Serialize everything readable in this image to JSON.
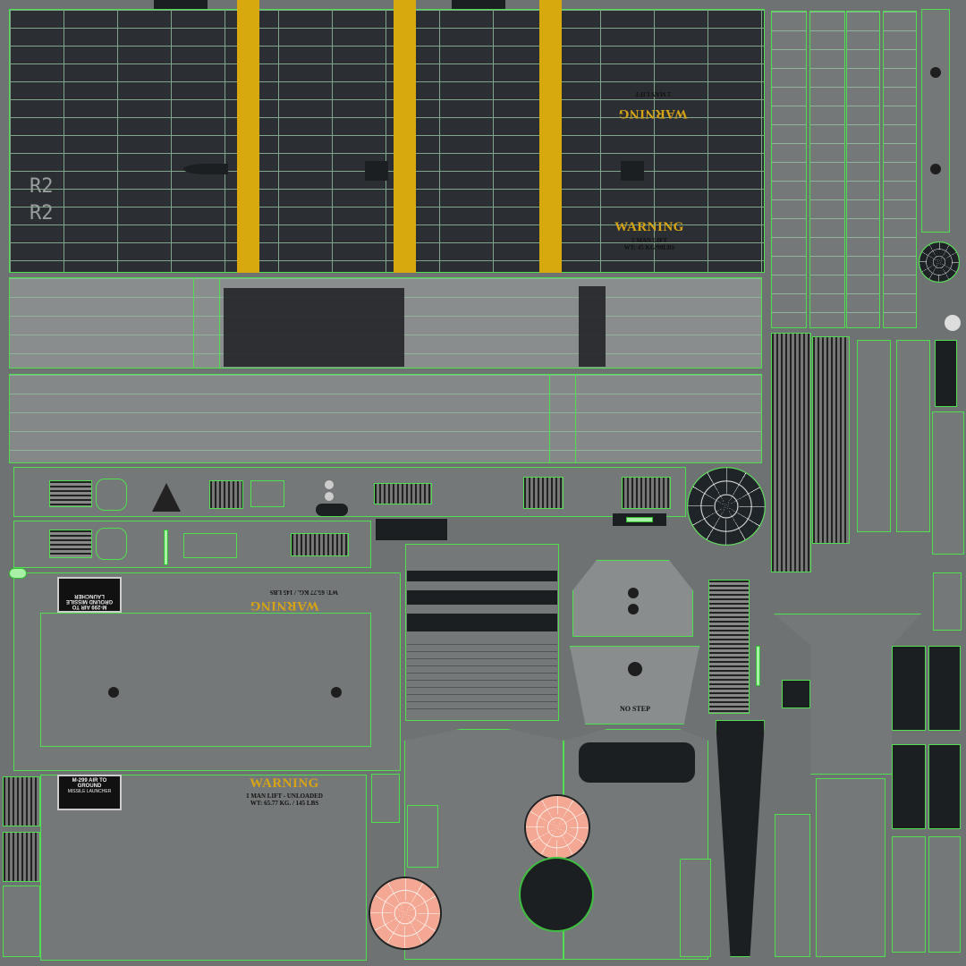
{
  "texture": {
    "side_labels": [
      "R2",
      "R2"
    ],
    "top_panel": {
      "warning_top_mirrored": "WARNING",
      "warning_top_small": "2 MAN LIFT",
      "warning_bottom": "WARNING",
      "warning_bottom_line1": "2 MAN LIFT",
      "warning_bottom_line2": "WT: 45 KG/99LBS"
    },
    "mid_panel": {
      "warning_mirrored": "WARNING",
      "warning_mirrored_sub": "WT: 65.77 KG. / 145 LBS"
    },
    "lower_panel": {
      "warning": "WARNING",
      "line1": "1 MAN LIFT - UNLOADED",
      "line2": "WT: 65.77 KG. / 145 LBS"
    },
    "placard_top": {
      "title": "M-299 AIR TO GROUND MISSILE LAUNCHER"
    },
    "placard_bottom": {
      "title": "M-299 AIR TO GROUND",
      "subtitle": "MISSILE LAUNCHER"
    },
    "no_step": "NO STEP",
    "colors": {
      "wire": "#4fe04f",
      "yellow_stripe": "#d7a90f",
      "pink_face": "#f4a893",
      "dark_panel": "#2b2f33",
      "gray_panel": "#757878"
    }
  }
}
